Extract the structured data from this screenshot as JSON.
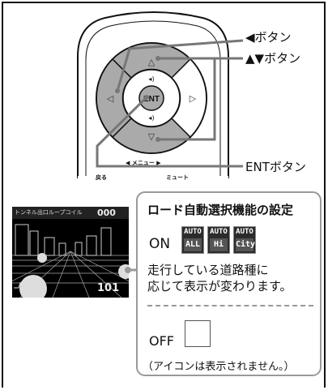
{
  "remote": {
    "callouts": {
      "left_button": "◀ボタン",
      "updown_button": "▲▼ボタン",
      "ent_button": "ENTボタン"
    },
    "center_key": "ENT",
    "menu_label": "◀ メニュー ▶",
    "back_label": "戻る",
    "mute_label": "ミュート"
  },
  "screen": {
    "header_text": "トンネル出口ループコイル",
    "header_value": "000",
    "distance_value": "101"
  },
  "panel": {
    "title": "ロード自動選択機能の設定",
    "on_label": "ON",
    "icons": [
      {
        "top": "AUTO",
        "bottom": "ALL"
      },
      {
        "top": "AUTO",
        "bottom": "Hi"
      },
      {
        "top": "AUTO",
        "bottom": "City"
      }
    ],
    "description_line1": "走行している道路種に",
    "description_line2": "応じて表示が変わります。",
    "off_label": "OFF",
    "off_note": "（アイコンは表示されません。）"
  },
  "colors": {
    "panel_border": "#999999",
    "icon_bg": "#2b2b2b"
  }
}
